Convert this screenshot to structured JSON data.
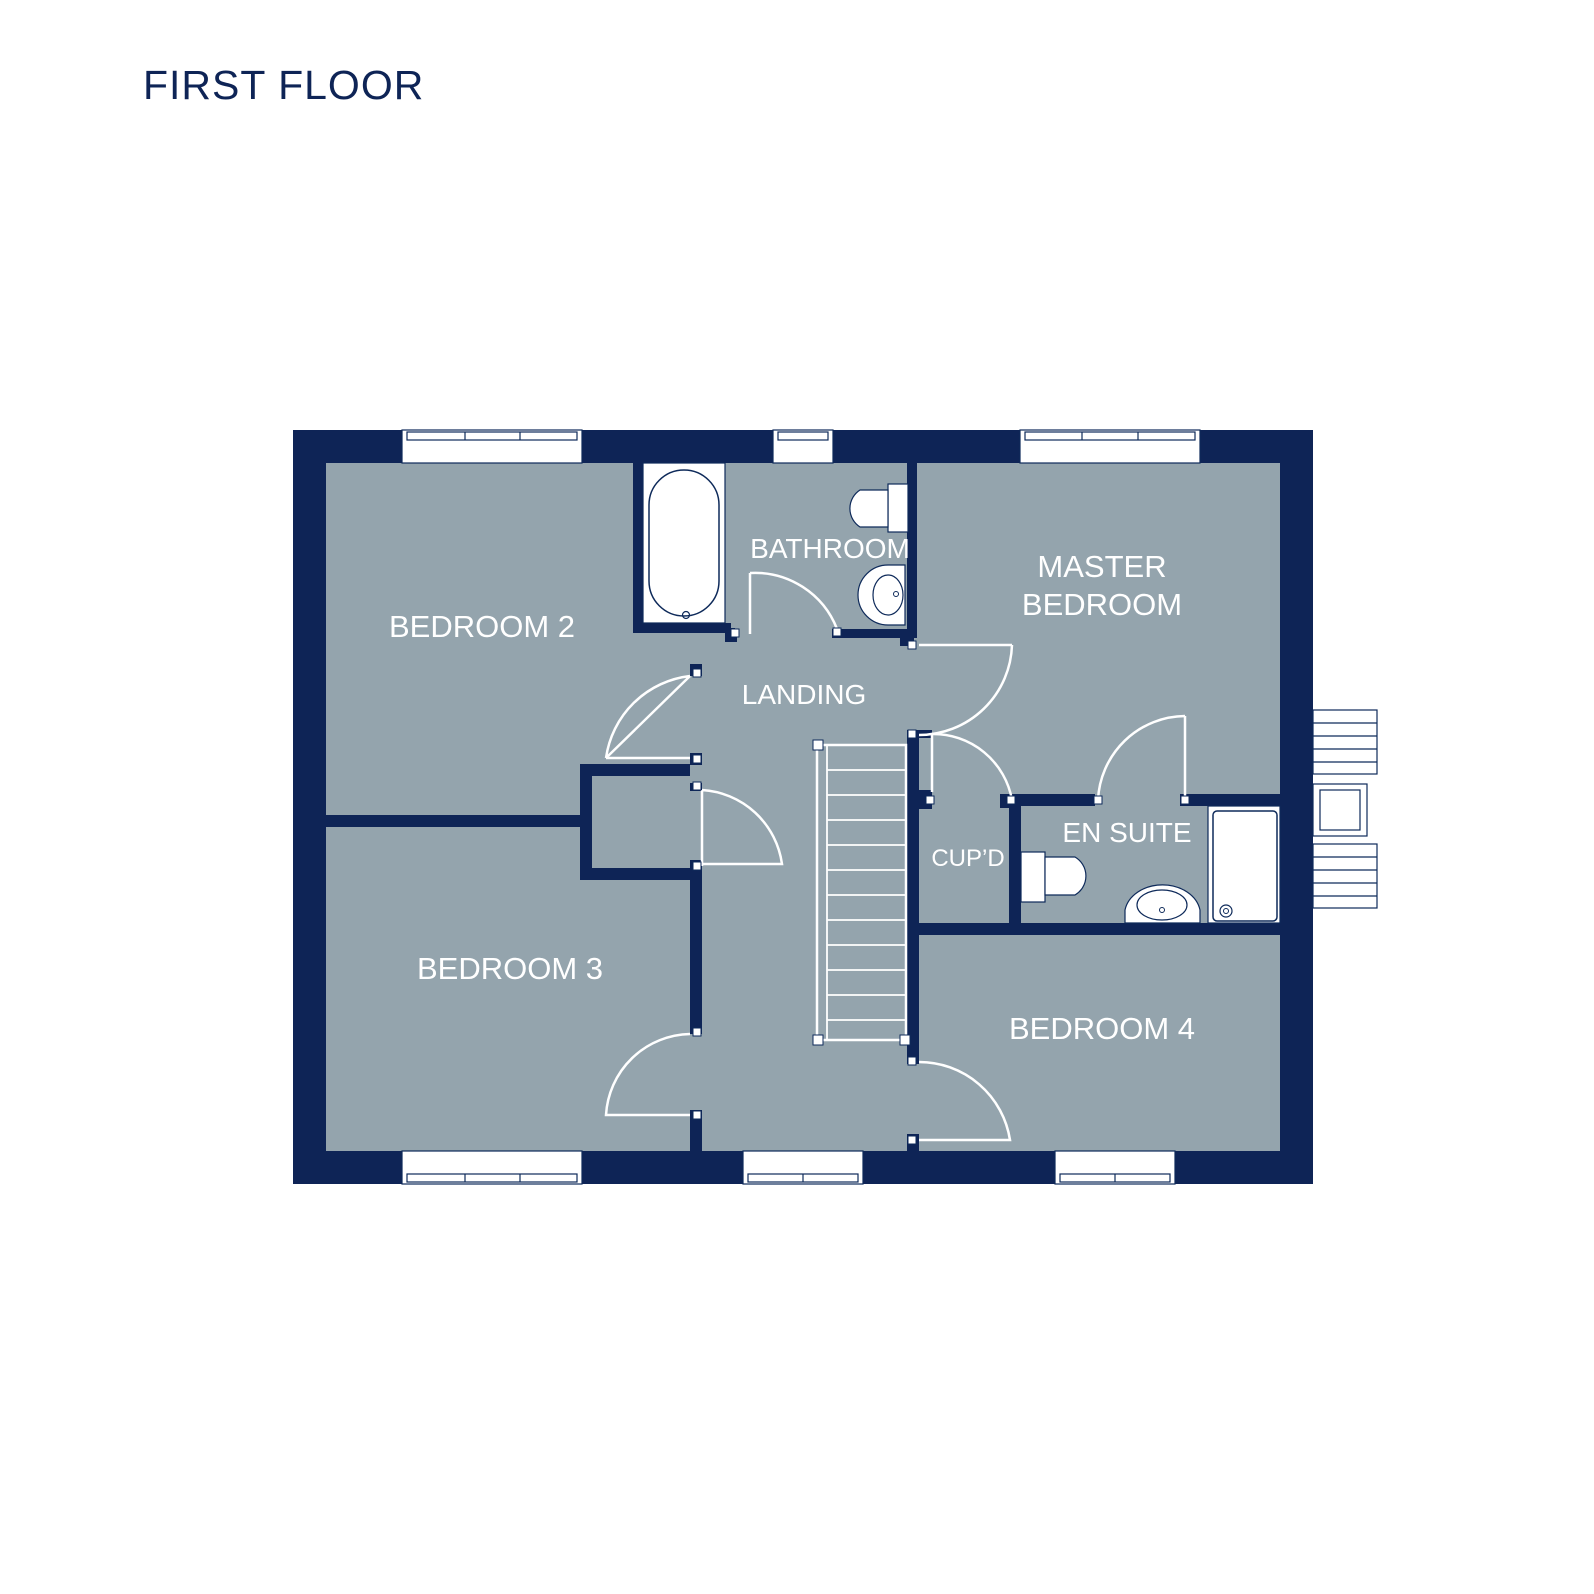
{
  "title": "FIRST FLOOR",
  "colors": {
    "wall": "#0e2456",
    "floor": "#94a4ad",
    "label": "#ffffff",
    "title": "#0e2456",
    "background": "#ffffff"
  },
  "rooms": {
    "bedroom_2": "BEDROOM 2",
    "bathroom": "BATHROOM",
    "master_bedroom_line1": "MASTER",
    "master_bedroom_line2": "BEDROOM",
    "landing": "LANDING",
    "bedroom_3": "BEDROOM 3",
    "cupboard": "CUP’D",
    "en_suite": "EN SUITE",
    "bedroom_4": "BEDROOM 4"
  },
  "fixtures": [
    "bath-icon",
    "toilet-icon",
    "basin-icon",
    "shower-tray-icon",
    "staircase-icon"
  ]
}
